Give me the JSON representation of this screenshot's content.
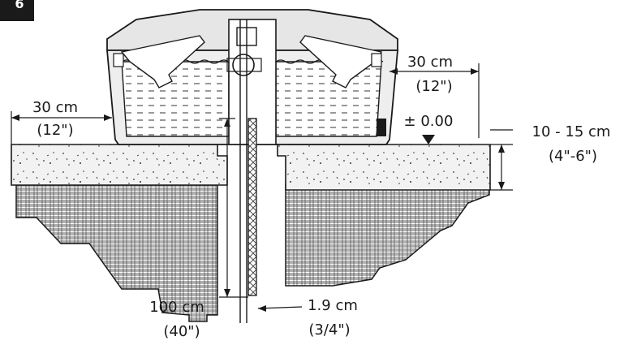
{
  "figure": {
    "badge": "6"
  },
  "dimensions": {
    "side_clearance_right": {
      "metric": "30 cm",
      "imperial": "(12\")"
    },
    "side_clearance_left": {
      "metric": "30 cm",
      "imperial": "(12\")"
    },
    "level_mark": "± 0.00",
    "slab_thickness": {
      "metric": "10 - 15 cm",
      "imperial": "(4\"-6\")"
    },
    "pipe_depth": {
      "metric": "100 cm",
      "imperial": "(40\")"
    },
    "pipe_diameter": {
      "metric": "1.9 cm",
      "imperial": "(3/4\")"
    }
  },
  "colors": {
    "line": "#1a1a1a",
    "slab_fill": "#e8e8e8",
    "water_fill": "#ffffff",
    "badge_bg": "#1a1a1a"
  }
}
